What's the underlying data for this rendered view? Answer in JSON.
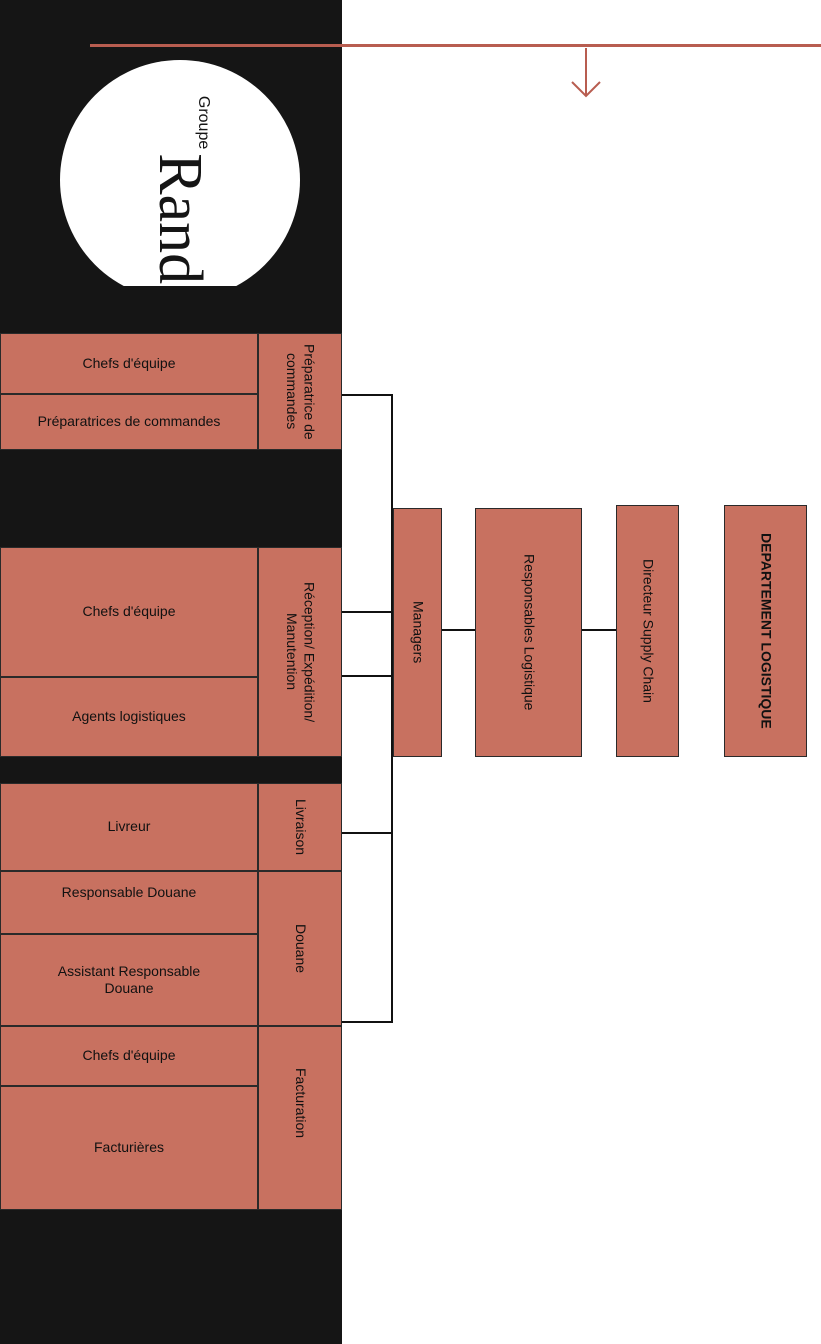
{
  "logo": {
    "small": "Groupe",
    "word": "Rand"
  },
  "top_boxes": {
    "department": "DEPARTEMENT LOGISTIQUE",
    "director": "Directeur Supply Chain",
    "responsables": "Responsables Logistique",
    "managers": "Managers"
  },
  "groups": {
    "preparation": {
      "label": "Préparatrice de commandes",
      "roles": [
        "Chefs d'équipe",
        "Préparatrices de commandes"
      ]
    },
    "reception": {
      "label": "Réception/ Expédition/ Manutention",
      "roles": [
        "Chefs d'équipe",
        "Agents logistiques"
      ]
    },
    "livraison": {
      "label": "Livraison",
      "roles": [
        "Livreur"
      ]
    },
    "douane": {
      "label": "Douane",
      "roles": [
        "Responsable Douane",
        "Assistant Responsable Douane"
      ]
    },
    "facturation": {
      "label": "Facturation",
      "roles": [
        "Chefs d'équipe",
        "Facturières"
      ]
    }
  },
  "colors": {
    "box": "#c87160",
    "dark": "#151515",
    "accent": "#b85d50"
  }
}
